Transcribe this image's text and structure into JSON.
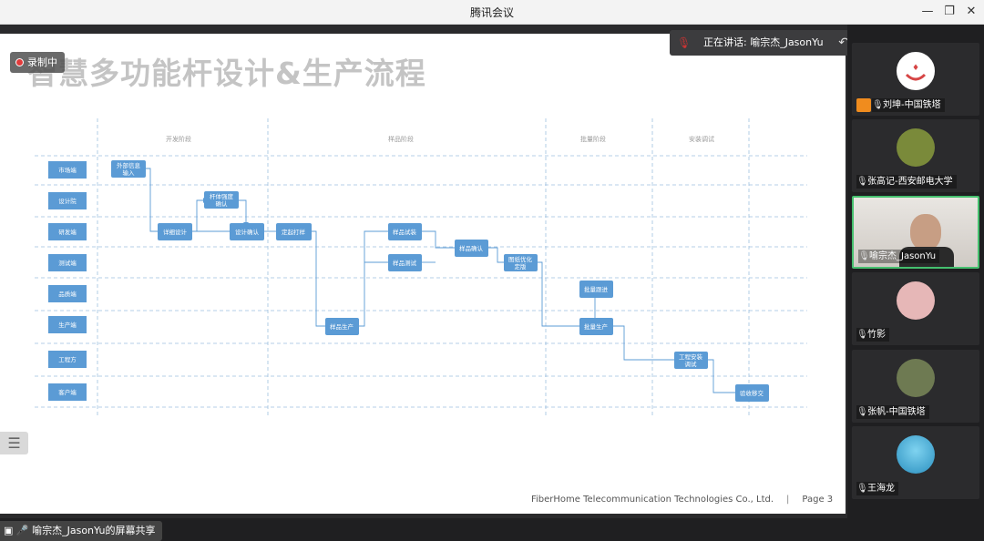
{
  "window": {
    "title": "腾讯会议"
  },
  "recording": {
    "label": "录制中"
  },
  "speaking": {
    "label": "正在讲话: 喻宗杰_JasonYu"
  },
  "slide": {
    "title": "智慧多功能杆设计&生产流程",
    "footer_company": "FiberHome Telecommunication Technologies Co., Ltd.",
    "footer_sep": "|",
    "footer_page": "Page 3",
    "phases": [
      "开发阶段",
      "样品阶段",
      "批量阶段",
      "安装调试"
    ],
    "lanes": [
      "市场端",
      "设计院",
      "研发端",
      "测试端",
      "品质端",
      "生产端",
      "工程方",
      "客户端"
    ],
    "nodes": {
      "n1a": "外部信息",
      "n1b": "输入",
      "n2a": "杆体强度",
      "n2b": "确认",
      "n3": "详细设计",
      "n4": "设计确认",
      "n5": "定起打样",
      "n6": "样品试装",
      "n7": "样品测试",
      "n8": "样品确认",
      "n9a": "图纸优化",
      "n9b": "定版",
      "n10": "样品生产",
      "n11": "批量跟进",
      "n12": "批量生产",
      "n13a": "工程安装",
      "n13b": "调试",
      "n14": "验收移交"
    }
  },
  "share": {
    "label": "喻宗杰_JasonYu的屏幕共享"
  },
  "participants": [
    {
      "name": "刘坤-中国铁塔",
      "color": "#d64545"
    },
    {
      "name": "张高记-西安邮电大学",
      "color": "#7a8a3a"
    },
    {
      "name": "喻宗杰_JasonYu",
      "color": "#c9c3bb"
    },
    {
      "name": "竹影",
      "color": "#e6b7b7"
    },
    {
      "name": "张帆-中国铁塔",
      "color": "#6e7a52"
    },
    {
      "name": "王海龙",
      "color": "#3aa0c8"
    }
  ]
}
